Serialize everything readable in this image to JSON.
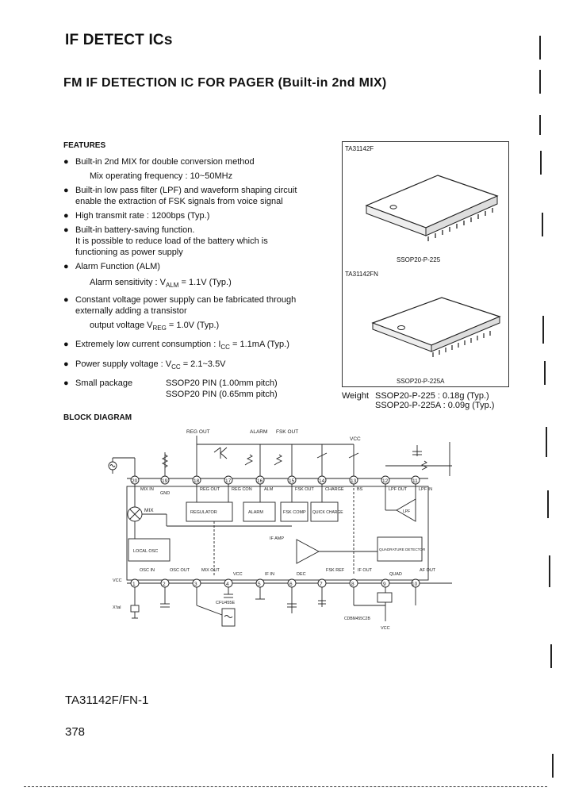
{
  "header": {
    "section_title": "IF DETECT ICs",
    "subtitle": "FM IF DETECTION IC FOR PAGER (Built-in 2nd MIX)"
  },
  "features": {
    "heading": "FEATURES",
    "items": [
      {
        "lines": [
          "Built-in 2nd MIX for double conversion method"
        ]
      },
      {
        "lines": [
          "Mix operating frequency : 10~50MHz"
        ],
        "indent": true
      },
      {
        "lines": [
          "Built-in low pass filter (LPF) and waveform shaping circuit",
          "enable the extraction of FSK signals from voice signal"
        ]
      },
      {
        "lines": [
          "High transmit rate : 1200bps (Typ.)"
        ]
      },
      {
        "lines": [
          "Built-in battery-saving function.",
          "It is possible to reduce load of the battery which is",
          "functioning as power supply"
        ]
      },
      {
        "lines": [
          "Alarm Function (ALM)"
        ]
      },
      {
        "lines": [
          "Alarm sensitivity : V",
          "ALM",
          " = 1.1V (Typ.)"
        ],
        "indent": true
      },
      {
        "lines": [
          "Constant voltage power supply can be fabricated through",
          "externally adding a transistor"
        ]
      },
      {
        "lines": [
          "output voltage   V",
          "REG",
          " = 1.0V (Typ.)"
        ],
        "indent": true
      },
      {
        "lines": [
          "Extremely low current consumption : I",
          "CC",
          " = 1.1mA (Typ.)"
        ]
      },
      {
        "lines": [
          "Power supply voltage : V",
          "CC",
          " = 2.1~3.5V"
        ]
      },
      {
        "lines": [
          "Small package",
          "SSOP20 PIN (1.00mm pitch)",
          "SSOP20 PIN (0.65mm pitch)"
        ]
      }
    ]
  },
  "packages": {
    "pkg1_name": "TA31142F",
    "pkg1_code": "SSOP20-P-225",
    "pkg2_name": "TA31142FN",
    "pkg2_code": "SSOP20-P-225A",
    "weight_label": "Weight",
    "weight1": "SSOP20-P-225   : 0.18g (Typ.)",
    "weight2": "SSOP20-P-225A : 0.09g (Typ.)"
  },
  "block_diagram": {
    "heading": "BLOCK DIAGRAM",
    "top_labels": {
      "reg_out": "REG OUT",
      "alarm": "ALARM",
      "fsk_out": "FSK OUT",
      "vcc": "VCC"
    },
    "pins_top": [
      "20",
      "19",
      "18",
      "17",
      "16",
      "15",
      "14",
      "13",
      "12",
      "11"
    ],
    "pins_bottom": [
      "1",
      "2",
      "3",
      "4",
      "5",
      "6",
      "7",
      "8",
      "9",
      "10"
    ],
    "top_pin_names": [
      "MIX IN",
      "GND",
      "REG OUT",
      "REG CON",
      "ALM",
      "FSK OUT",
      "CHARGE",
      "BS",
      "LPF OUT",
      "LPF IN"
    ],
    "bottom_pin_names": [
      "OSC IN",
      "OSC OUT",
      "MIX OUT",
      "VCC",
      "IF IN",
      "DEC",
      "FSK REF",
      "IF OUT",
      "QUAD",
      "AF OUT"
    ],
    "blocks": {
      "mix": "MIX",
      "regulator": "REGULATOR",
      "alarm": "ALARM",
      "fsk_comp": "FSK COMP",
      "quick_charge": "QUICK CHARGE",
      "local_osc": "LOCAL OSC",
      "if_amp": "IF AMP",
      "quad_det": "QUADRATURE DETECTOR",
      "lpf": "LPF"
    },
    "parts": {
      "xtal": "X'tal",
      "cfu": "CFU455E",
      "cdb": "CDBM455C2B",
      "vcc": "VCC"
    }
  },
  "footer": {
    "part_number": "TA31142F/FN-1",
    "page_number": "378"
  }
}
